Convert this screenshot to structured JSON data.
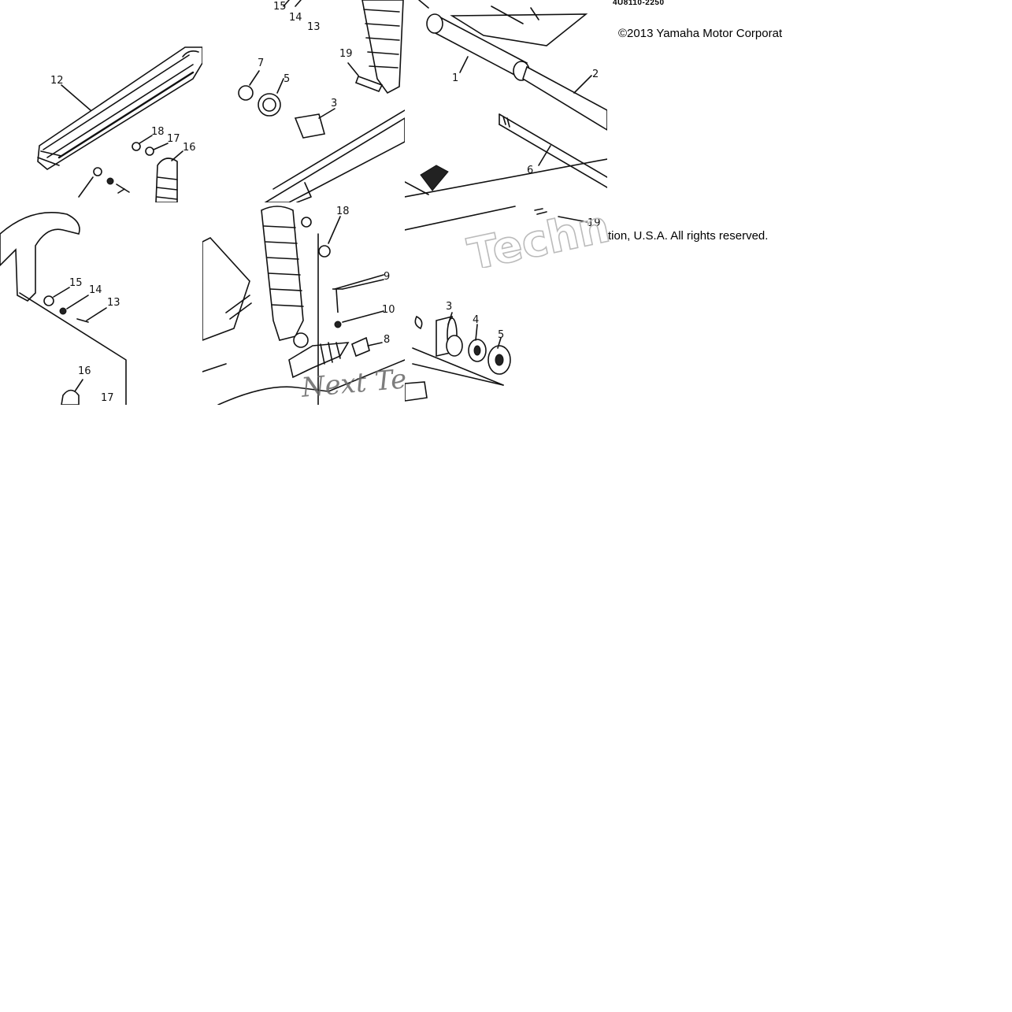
{
  "diagram": {
    "drawing_code": "4U8110-2250",
    "copyright_line1": "©2013 Yamaha Motor Corporat",
    "copyright_line2": "tion, U.S.A. All rights reserved.",
    "watermark_text1": "Techn",
    "watermark_text2": "Next Te",
    "callouts": {
      "t1": [
        "12",
        "18",
        "17",
        "16"
      ],
      "t2": [
        "15",
        "14",
        "13",
        "7",
        "5",
        "3",
        "19"
      ],
      "t3": [
        "1",
        "2",
        "6"
      ],
      "t4": [
        "15",
        "14",
        "13",
        "16",
        "17"
      ],
      "t5": [
        "18",
        "9",
        "10",
        "8"
      ],
      "t6": [
        "19",
        "3",
        "4",
        "5"
      ]
    }
  }
}
